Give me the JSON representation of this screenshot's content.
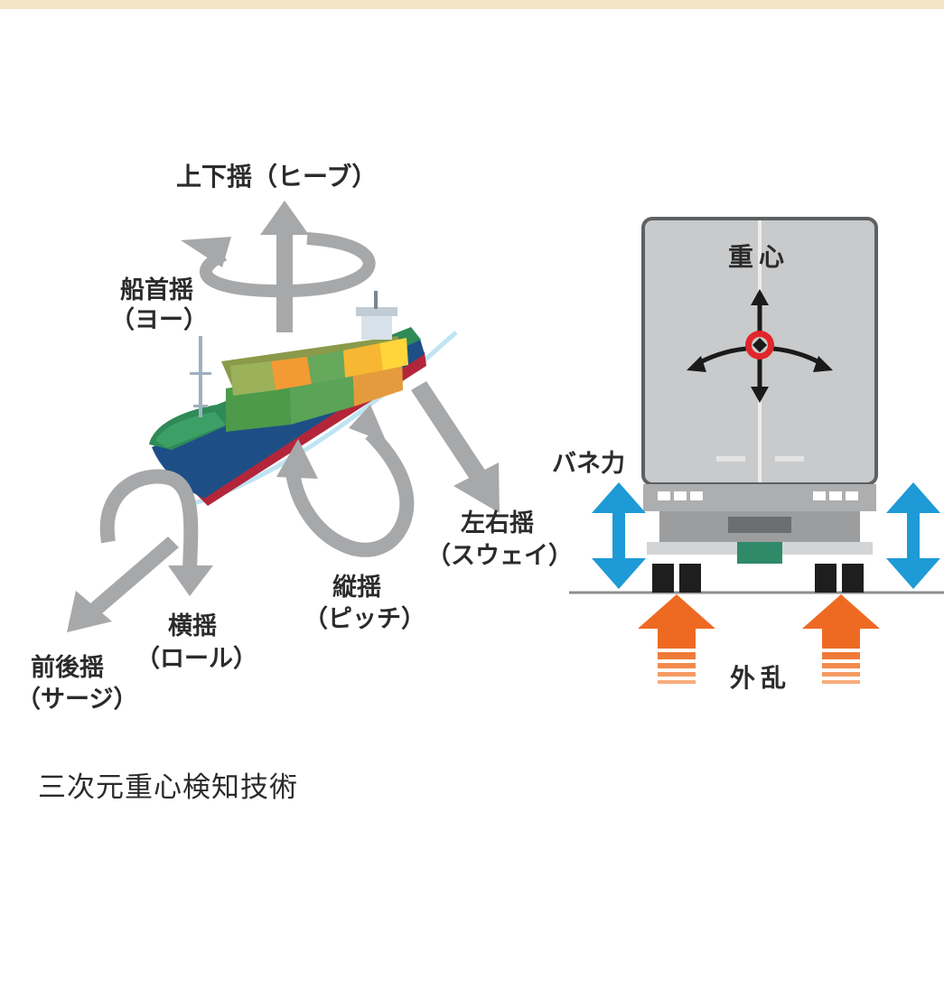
{
  "ship": {
    "heave_label": "上下揺（ヒーブ）",
    "yaw_label_line1": "船首揺",
    "yaw_label_line2": "（ヨー）",
    "sway_label_line1": "左右揺",
    "sway_label_line2": "（スウェイ）",
    "pitch_label_line1": "縦揺",
    "pitch_label_line2": "（ピッチ）",
    "roll_label_line1": "横揺",
    "roll_label_line2": "（ロール）",
    "surge_label_line1": "前後揺",
    "surge_label_line2": "（サージ）"
  },
  "truck": {
    "center_of_gravity_label": "重心",
    "spring_force_label": "バネ力",
    "disturbance_label": "外乱"
  },
  "caption": "三次元重心検知技術",
  "colors": {
    "arrow_gray": "#a7a8aa",
    "spring_blue": "#1e9ad6",
    "disturbance_orange": "#ee6a23",
    "cog_red": "#e0262b",
    "truck_gray": "#c9cacb",
    "hull_blue": "#1d4f86",
    "hull_green": "#2f8a57"
  }
}
